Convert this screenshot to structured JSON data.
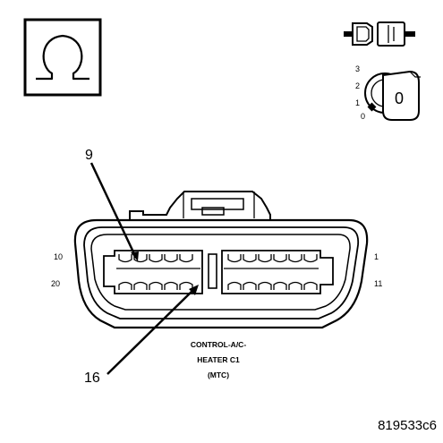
{
  "meter": {
    "symbol": "Ω",
    "symbol_icon": "ohm-icon"
  },
  "ignition": {
    "positions": [
      "3",
      "2",
      "1",
      "0"
    ],
    "key_label": "0",
    "connector_icon": "disconnect-connector-icon",
    "key_icon": "ignition-key-icon"
  },
  "connector": {
    "pin_labels": {
      "top_left": "10",
      "bottom_left": "20",
      "top_right": "1",
      "bottom_right": "11"
    },
    "callouts": {
      "upper": "9",
      "lower": "16"
    },
    "title_lines": [
      "CONTROL-A/C-",
      "HEATER C1",
      "(MTC)"
    ]
  },
  "figure_id": "819533c6",
  "colors": {
    "ink": "#000000",
    "background": "#ffffff"
  }
}
